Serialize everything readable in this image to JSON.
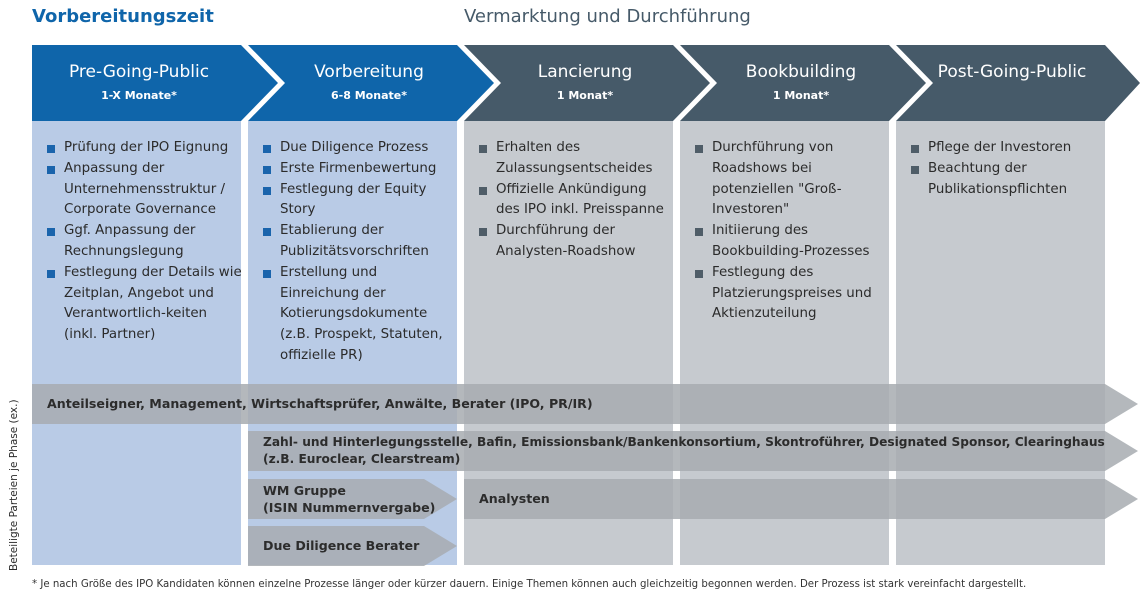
{
  "header": {
    "group_prep": "Vorbereitungszeit",
    "group_marketing": "Vermarktung und Durchführung"
  },
  "phases": [
    {
      "title": "Pre-Going-Public",
      "duration": "1-X Monate*",
      "color": "#0f65aa",
      "tasks": [
        "Prüfung der IPO Eignung",
        "Anpassung der Unternehmensstruktur / Corporate Governance",
        "Ggf. Anpassung der Rechnungslegung",
        "Festlegung der Details wie Zeitplan, Angebot und Verantwortlich-keiten (inkl. Partner)"
      ]
    },
    {
      "title": "Vorbereitung",
      "duration": "6-8 Monate*",
      "color": "#0f65aa",
      "tasks": [
        "Due Diligence Prozess",
        "Erste Firmenbewertung",
        "Festlegung der Equity Story",
        "Etablierung der Publizitätsvorschriften",
        "Erstellung und Einreichung der Kotierungsdokumente (z.B. Prospekt, Statuten, offizielle PR)"
      ]
    },
    {
      "title": "Lancierung",
      "duration": "1 Monat*",
      "color": "#465a69",
      "tasks": [
        "Erhalten des Zulassungsentscheides",
        "Offizielle Ankündigung des IPO inkl. Preisspanne",
        "Durchführung der Analysten-Roadshow"
      ]
    },
    {
      "title": "Bookbuilding",
      "duration": "1 Monat*",
      "color": "#465a69",
      "tasks": [
        "Durchführung von Roadshows bei potenziellen \"Groß-Investoren\"",
        "Initiierung des Bookbuilding-Prozesses",
        "Festlegung des Platzierungspreises und Aktienzuteilung"
      ]
    },
    {
      "title": "Post-Going-Public",
      "duration": "",
      "color": "#465a69",
      "tasks": [
        "Pflege der Investoren",
        "Beachtung der Publikationspflichten"
      ]
    }
  ],
  "bands": {
    "all_phases": "Anteilseigner, Management, Wirtschaftsprüfer, Anwälte, Berater (IPO, PR/IR)",
    "institutions_line1": "Zahl- und Hinterlegungsstelle, Bafin, Emissionsbank/Bankenkonsortium, Skontroführer, Designated Sponsor, Clearinghaus",
    "institutions_line2": "(z.B. Euroclear, Clearstream)",
    "wm_line1": "WM Gruppe",
    "wm_line2": "(ISIN Nummernvergabe)",
    "analysts": "Analysten",
    "dd_advisor": "Due Diligence Berater"
  },
  "side_label": "Beteiligte Parteien je Phase (ex.)",
  "footnote": "* Je nach Größe des IPO Kandidaten können einzelne Prozesse länger oder kürzer dauern. Einige Themen können auch gleichzeitig begonnen werden. Der Prozess ist stark vereinfacht dargestellt.",
  "colors": {
    "prep_blue": "#0f65aa",
    "marketing_slate": "#465a69",
    "prep_column": "#b9cbe6",
    "marketing_column": "#c6cacf",
    "band_grey": "#a7abb0"
  }
}
